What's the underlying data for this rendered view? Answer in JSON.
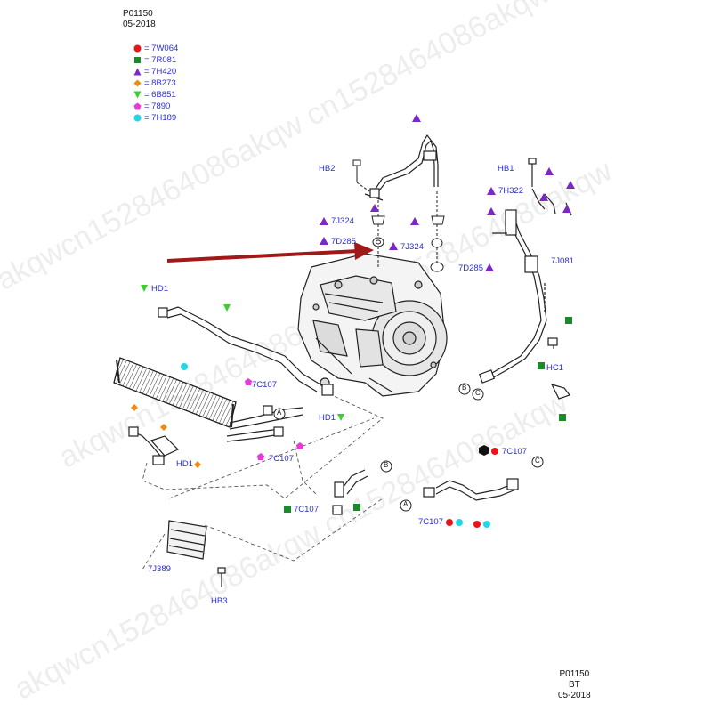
{
  "header": {
    "code": "P01150",
    "date": "05-2018"
  },
  "footer": {
    "code": "P01150",
    "sub": "BT",
    "date": "05-2018"
  },
  "legend": [
    {
      "symbol": "red-circle",
      "color": "#e8141a",
      "text": "= 7W064"
    },
    {
      "symbol": "green-square",
      "color": "#1a8a2a",
      "text": "= 7R081"
    },
    {
      "symbol": "purple-triangle",
      "color": "#7a28c8",
      "text": "= 7H420"
    },
    {
      "symbol": "orange-diamond",
      "color": "#f08a12",
      "text": "= 8B273"
    },
    {
      "symbol": "green-down-triangle",
      "color": "#3ccf2a",
      "text": "= 6B851"
    },
    {
      "symbol": "magenta-pentagon",
      "color": "#e83ad8",
      "text": "= 7890"
    },
    {
      "symbol": "cyan-circle",
      "color": "#22d6e6",
      "text": "= 7H189"
    }
  ],
  "labels": {
    "hb2": "HB2",
    "hb1": "HB1",
    "h322": "7H322",
    "j324a": "7J324",
    "j324b": "7J324",
    "d285a": "7D285",
    "d285b": "7D285",
    "j081": "7J081",
    "hd1a": "HD1",
    "hd1b": "HD1",
    "hd1c": "HD1",
    "hc1": "HC1",
    "c107a": "7C107",
    "c107b": "7C107",
    "c107c": "7C107",
    "c107d": "7C107",
    "c107e": "7C107",
    "j389": "7J389",
    "hb3": "HB3"
  },
  "callouts": {
    "a": "A",
    "b": "B",
    "c": "C"
  },
  "watermark": "akqwcn1528464086akqw cn1528464086akqw"
}
